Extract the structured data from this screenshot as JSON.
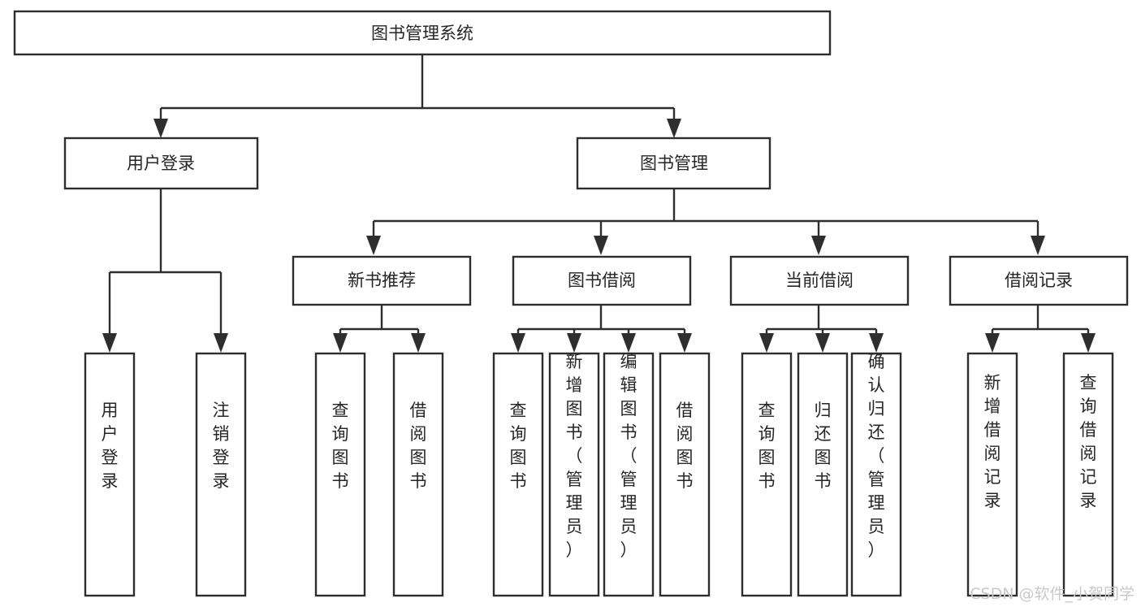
{
  "diagram": {
    "title": "图书管理系统",
    "type": "tree-hierarchy-diagram",
    "colors": {
      "background": "#ffffff",
      "box_stroke": "#2e2e2e",
      "box_fill": "#ffffff",
      "text": "#262626",
      "watermark": "#c9c9c9"
    },
    "root": {
      "label": "图书管理系统"
    },
    "level2": [
      {
        "label": "用户登录"
      },
      {
        "label": "图书管理"
      }
    ],
    "level3": [
      {
        "label": "新书推荐"
      },
      {
        "label": "图书借阅"
      },
      {
        "label": "当前借阅"
      },
      {
        "label": "借阅记录"
      }
    ],
    "leaves": {
      "user_login": [
        {
          "label": "用户登录"
        },
        {
          "label": "注销登录"
        }
      ],
      "new_book_recommend": [
        {
          "label": "查询图书"
        },
        {
          "label": "借阅图书"
        }
      ],
      "book_borrow": [
        {
          "label": "查询图书"
        },
        {
          "label": "新增图书（管理员）"
        },
        {
          "label": "编辑图书（管理员）"
        },
        {
          "label": "借阅图书"
        }
      ],
      "current_borrow": [
        {
          "label": "查询图书"
        },
        {
          "label": "归还图书"
        },
        {
          "label": "确认归还（管理员）"
        }
      ],
      "borrow_record": [
        {
          "label": "新增借阅记录"
        },
        {
          "label": "查询借阅记录"
        }
      ]
    },
    "watermark": "CSDN @软件_小贺同学"
  }
}
